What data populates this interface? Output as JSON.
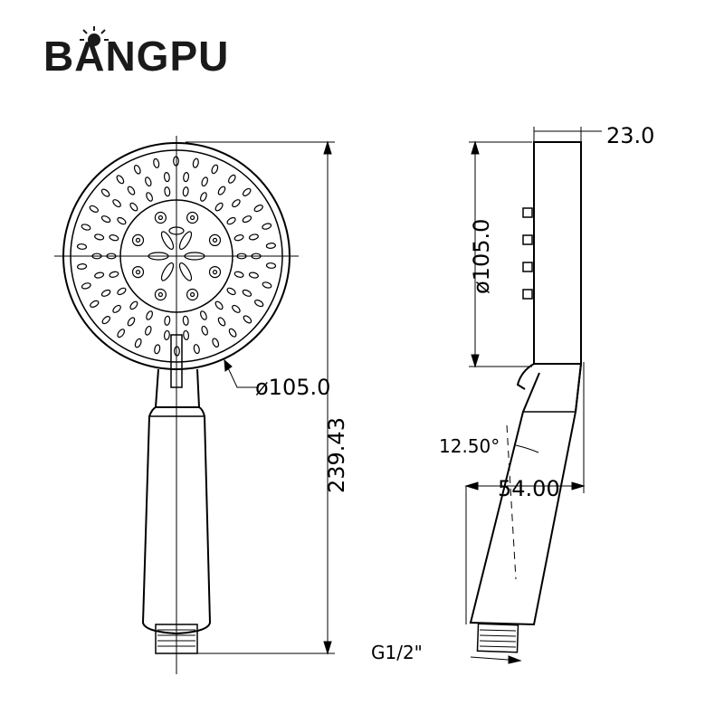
{
  "brand": {
    "name": "BANGPU",
    "colors": {
      "ink": "#1a1a1a",
      "line": "#000000"
    }
  },
  "dimensions": {
    "head_diameter_front": "ø105.0",
    "total_length": "239.43",
    "depth": "23.0",
    "head_diameter_side": "ø105.0",
    "angle": "12.50°",
    "handle_width": "54.00",
    "thread": "G1/2\""
  },
  "icons": [
    "sunburst-logo-icon"
  ]
}
